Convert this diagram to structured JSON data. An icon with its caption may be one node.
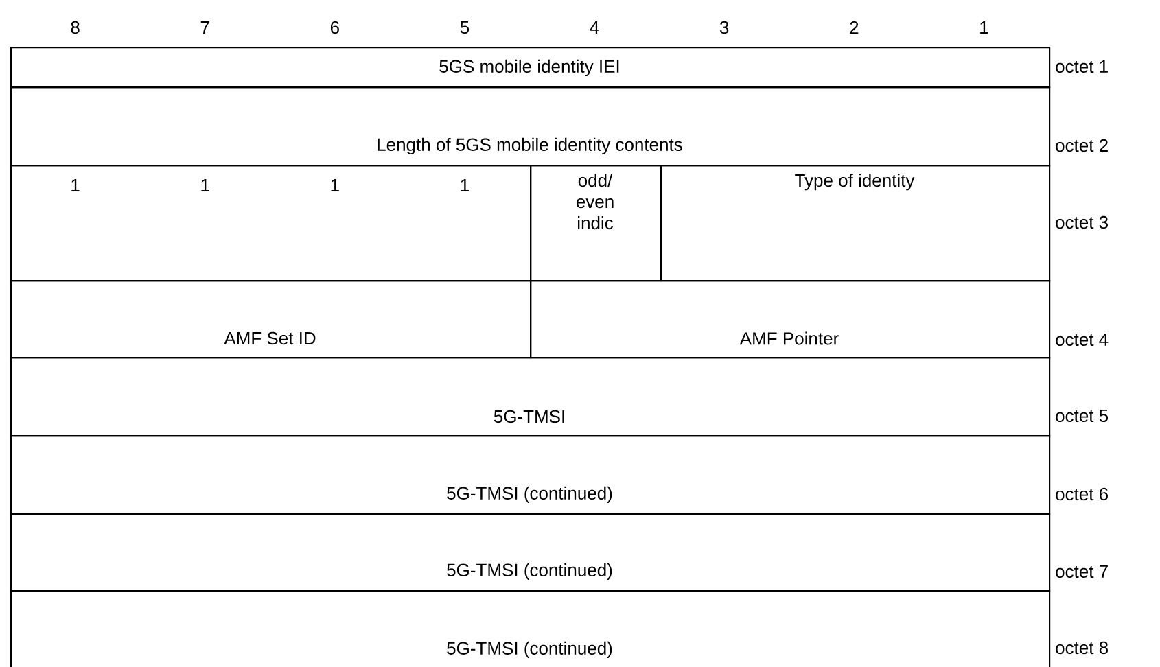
{
  "diagram": {
    "nodes": [
      {
        "text": [
          "5GS mobile identity IEI"
        ]
      },
      {
        "text": [
          "Length of 5GS mobile identity contents"
        ]
      },
      {
        "text": [
          "1",
          "1",
          "1",
          "1"
        ]
      },
      {
        "text": [
          "odd/ even indic"
        ]
      },
      {
        "text": [
          "Type of identity"
        ]
      },
      {
        "text": [
          "AMF Set ID"
        ]
      },
      {
        "text": [
          "AMF Pointer"
        ]
      },
      {
        "text": [
          "5G-TMSI"
        ]
      },
      {
        "text": [
          "5G-TMSI (continued)"
        ]
      },
      {
        "text": [
          "5G-TMSI (continued)"
        ]
      },
      {
        "text": [
          "5G-TMSI (continued)"
        ]
      }
    ],
    "labels": [
      "8",
      "7",
      "6",
      "5",
      "4",
      "3",
      "2",
      "1",
      "octet 1",
      "octet 2",
      "octet 3",
      "octet 4",
      "octet 5",
      "octet 6",
      "octet 7",
      "octet 8"
    ]
  }
}
